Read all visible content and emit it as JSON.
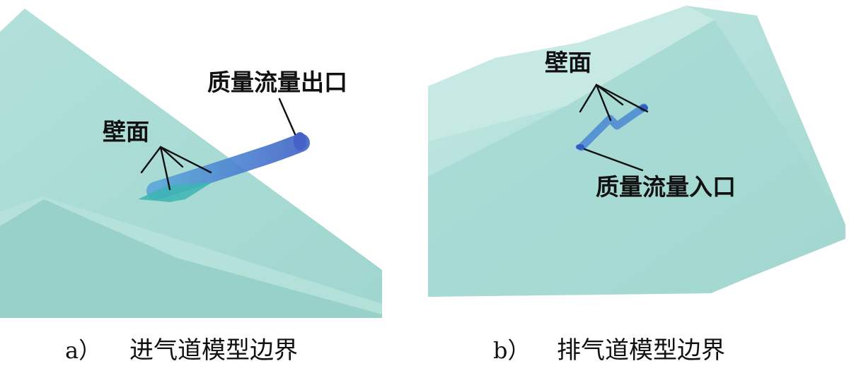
{
  "panel_a": {
    "callout_outlet": "质量流量出口",
    "callout_wall": "壁面",
    "caption_letter": "a）",
    "caption_text": "进气道模型边界"
  },
  "panel_b": {
    "callout_wall": "壁面",
    "callout_inlet": "质量流量入口",
    "caption_letter": "b）",
    "caption_text": "排气道模型边界"
  },
  "colors": {
    "model_surface": "#a9dcd6",
    "model_surface_dark": "#8fcfc7",
    "model_surface_light": "#c3e7e2",
    "passage_blue": "#3f7fd0",
    "passage_teal": "#3bb7b5"
  }
}
